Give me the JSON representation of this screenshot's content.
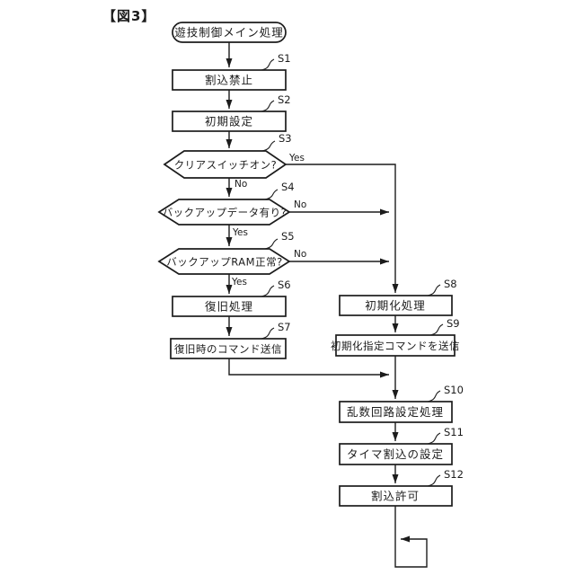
{
  "figure": {
    "title": "【図3】",
    "line_color": "#1c1c1c",
    "background_color": "#ffffff"
  },
  "nodes": {
    "start": {
      "type": "terminal",
      "label": "遊技制御メイン処理"
    },
    "s1": {
      "type": "process",
      "step": "S1",
      "label": "割込禁止"
    },
    "s2": {
      "type": "process",
      "step": "S2",
      "label": "初期設定"
    },
    "s3": {
      "type": "decision",
      "step": "S3",
      "label": "クリアスイッチオン?",
      "yes": "Yes",
      "no": "No"
    },
    "s4": {
      "type": "decision",
      "step": "S4",
      "label": "バックアップデータ有り?",
      "yes": "Yes",
      "no": "No"
    },
    "s5": {
      "type": "decision",
      "step": "S5",
      "label": "バックアップRAM正常?",
      "yes": "Yes",
      "no": "No"
    },
    "s6": {
      "type": "process",
      "step": "S6",
      "label": "復旧処理"
    },
    "s7": {
      "type": "process",
      "step": "S7",
      "label": "復旧時のコマンド送信"
    },
    "s8": {
      "type": "process",
      "step": "S8",
      "label": "初期化処理"
    },
    "s9": {
      "type": "process",
      "step": "S9",
      "label": "初期化指定コマンドを送信"
    },
    "s10": {
      "type": "process",
      "step": "S10",
      "label": "乱数回路設定処理"
    },
    "s11": {
      "type": "process",
      "step": "S11",
      "label": "タイマ割込の設定"
    },
    "s12": {
      "type": "process",
      "step": "S12",
      "label": "割込許可"
    }
  },
  "edges": [
    {
      "from": "start",
      "to": "s1"
    },
    {
      "from": "s1",
      "to": "s2"
    },
    {
      "from": "s2",
      "to": "s3"
    },
    {
      "from": "s3",
      "to": "s4",
      "label": "No"
    },
    {
      "from": "s3",
      "to": "s8",
      "label": "Yes"
    },
    {
      "from": "s4",
      "to": "s5",
      "label": "Yes"
    },
    {
      "from": "s4",
      "to": "s8-line",
      "label": "No"
    },
    {
      "from": "s5",
      "to": "s6",
      "label": "Yes"
    },
    {
      "from": "s5",
      "to": "s8-line",
      "label": "No"
    },
    {
      "from": "s6",
      "to": "s7"
    },
    {
      "from": "s7",
      "to": "s10-line"
    },
    {
      "from": "s8",
      "to": "s9"
    },
    {
      "from": "s9",
      "to": "s10"
    },
    {
      "from": "s10",
      "to": "s11"
    },
    {
      "from": "s11",
      "to": "s12"
    },
    {
      "from": "s12",
      "to": "loop-back"
    }
  ]
}
